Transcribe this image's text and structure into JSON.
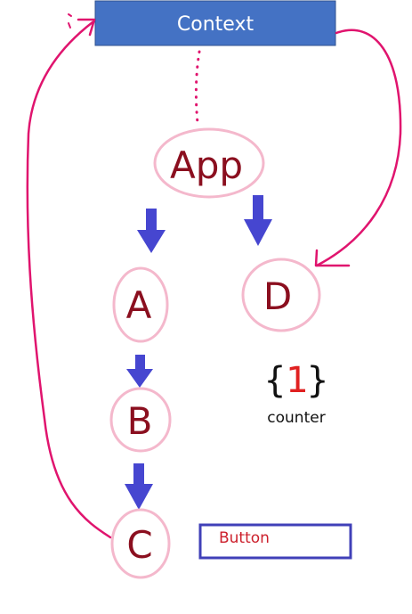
{
  "context_box": {
    "label": "Context",
    "fill_color": "#4472c4"
  },
  "nodes": {
    "app": {
      "label": "App"
    },
    "a": {
      "label": "A"
    },
    "b": {
      "label": "B"
    },
    "c": {
      "label": "C"
    },
    "d": {
      "label": "D"
    }
  },
  "counter": {
    "open_brace": "{",
    "value": "1",
    "close_brace": "}",
    "caption": "counter"
  },
  "button_box": {
    "label": "Button"
  },
  "colors": {
    "node_ring": "#f4b8cc",
    "node_text": "#8b0f1f",
    "arrow_blue": "#4646d0",
    "context_link": "#e0146e",
    "counter_value": "#e02020",
    "button_border": "#4040b8",
    "button_text": "#cc1f2b"
  }
}
